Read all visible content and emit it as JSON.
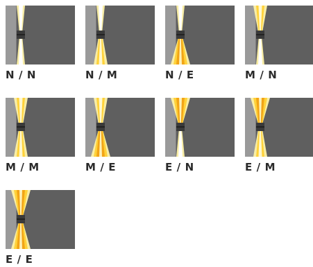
{
  "colors": {
    "wall": "#9a9a9a",
    "background": "#5f5f5f",
    "fixture": "#3a3a3a",
    "beam_light": "#fff3a8",
    "beam_mid": "#ffd23a",
    "beam_deep": "#f2a516"
  },
  "tiles": [
    {
      "label": "N / N",
      "top_beam": "narrow",
      "bottom_beam": "narrow"
    },
    {
      "label": "N / M",
      "top_beam": "narrow",
      "bottom_beam": "medium"
    },
    {
      "label": "N / E",
      "top_beam": "narrow",
      "bottom_beam": "wide"
    },
    {
      "label": "M / N",
      "top_beam": "medium",
      "bottom_beam": "narrow"
    },
    {
      "label": "M / M",
      "top_beam": "medium",
      "bottom_beam": "medium"
    },
    {
      "label": "M / E",
      "top_beam": "medium",
      "bottom_beam": "wide"
    },
    {
      "label": "E / N",
      "top_beam": "wide",
      "bottom_beam": "narrow"
    },
    {
      "label": "E / M",
      "top_beam": "wide",
      "bottom_beam": "medium"
    },
    {
      "label": "E / E",
      "top_beam": "wide",
      "bottom_beam": "wide"
    }
  ]
}
